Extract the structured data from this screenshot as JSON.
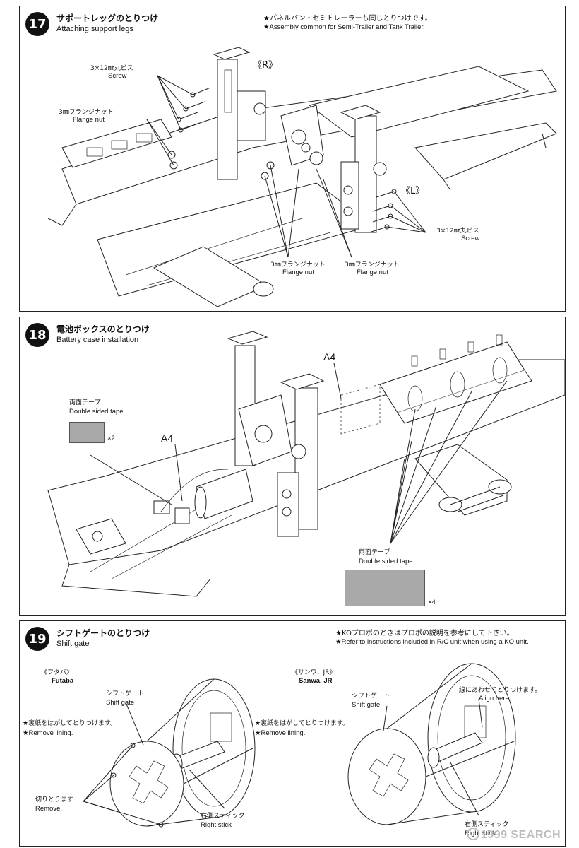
{
  "step17": {
    "number": "17",
    "title_ja": "サポートレッグのとりつけ",
    "title_en": "Attaching support legs",
    "note_ja": "★パネルバン・セミトレーラーも同じとりつけです。",
    "note_en": "★Assembly common for Semi-Trailer and Tank Trailer.",
    "screw_left_ja": "3×12㎜丸ビス",
    "screw_left_en": "Screw",
    "flange_top_ja": "3㎜フランジナット",
    "flange_top_en": "Flange nut",
    "side_r": "《R》",
    "side_l": "《L》",
    "screw_right_ja": "3×12㎜丸ビス",
    "screw_right_en": "Screw",
    "flange_b1_ja": "3㎜フランジナット",
    "flange_b1_en": "Flange nut",
    "flange_b2_ja": "3㎜フランジナット",
    "flange_b2_en": "Flange nut"
  },
  "step18": {
    "number": "18",
    "title_ja": "電池ボックスのとりつけ",
    "title_en": "Battery case installation",
    "tape1_ja": "両面テープ",
    "tape1_en": "Double sided tape",
    "tape1_qty": "×2",
    "a4_left": "A4",
    "a4_top": "A4",
    "tape2_ja": "両面テープ",
    "tape2_en": "Double sided tape",
    "tape2_qty": "×4"
  },
  "step19": {
    "number": "19",
    "title_ja": "シフトゲートのとりつけ",
    "title_en": "Shift gate",
    "note_ja": "★KOプロポのときはプロポの説明を参考にして下さい。",
    "note_en": "★Refer to instructions included in R/C unit when using a KO unit.",
    "futaba_ja": "《フタバ》",
    "futaba_en": "Futaba",
    "sanwa_ja": "《サンワ、JR》",
    "sanwa_en": "Sanwa, JR",
    "gate1_ja": "シフトゲート",
    "gate1_en": "Shift gate",
    "gate2_ja": "シフトゲート",
    "gate2_en": "Shift gate",
    "lining1_ja": "★裏紙をはがしてとりつけます。",
    "lining1_en": "★Remove lining.",
    "lining2_ja": "★裏紙をはがしてとりつけます。",
    "lining2_en": "★Remove lining.",
    "align_ja": "線にあわせてとりつけます。",
    "align_en": "Align here.",
    "remove_ja": "切りとります",
    "remove_en": "Remove.",
    "stick1_ja": "右側スティック",
    "stick1_en": "Right stick",
    "stick2_ja": "右側スティック",
    "stick2_en": "Right stick"
  },
  "watermark": "1999 SEARCH"
}
